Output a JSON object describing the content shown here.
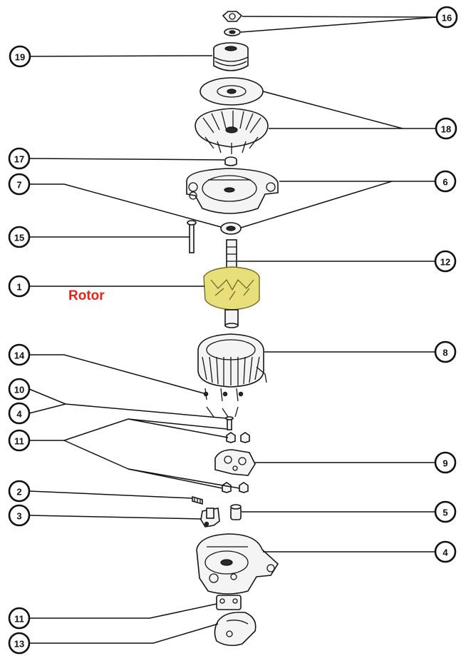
{
  "callouts": {
    "c16": "16",
    "c19": "19",
    "c18": "18",
    "c17": "17",
    "c7": "7",
    "c6": "6",
    "c15": "15",
    "c12": "12",
    "c1": "1",
    "c8": "8",
    "c14": "14",
    "c10": "10",
    "c4a": "4",
    "c11a": "11",
    "c9": "9",
    "c2": "2",
    "c3": "3",
    "c5": "5",
    "c4b": "4",
    "c11b": "11",
    "c13": "13"
  },
  "highlight": {
    "label": "Rotor",
    "label_color": "#e8231a",
    "part_color": "#e9df7a"
  }
}
